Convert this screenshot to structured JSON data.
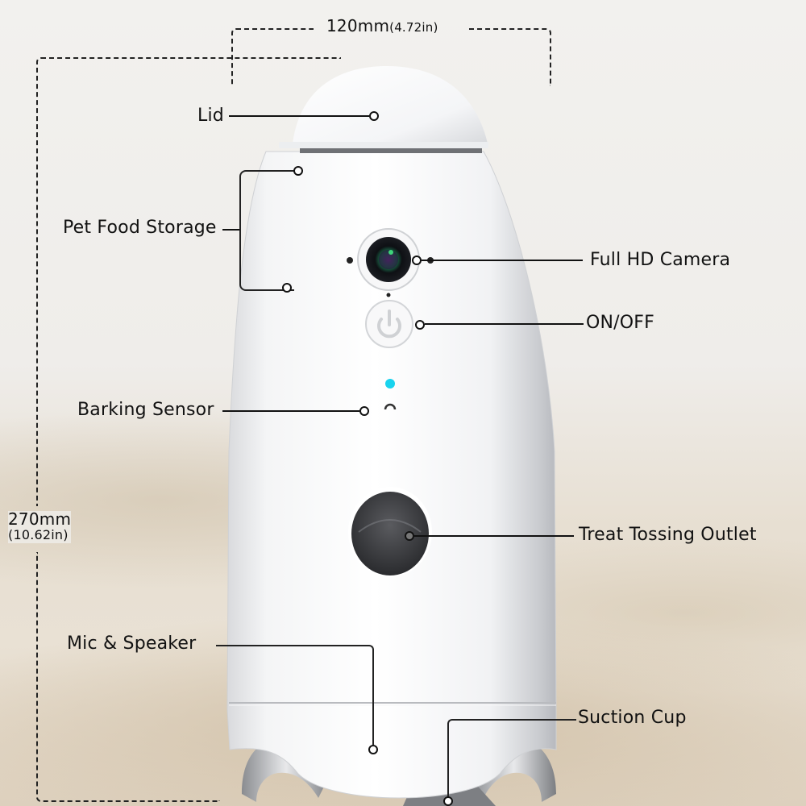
{
  "dimensions": {
    "width_label": "120mm",
    "width_label_inches": "(4.72in)",
    "height_label": "270mm",
    "height_label_inches": "(10.62in)"
  },
  "callouts": {
    "lid": "Lid",
    "pet_food_storage": "Pet Food Storage",
    "full_hd_camera": "Full HD Camera",
    "on_off": "ON/OFF",
    "barking_sensor": "Barking Sensor",
    "treat_tossing_outlet": "Treat Tossing Outlet",
    "mic_speaker": "Mic & Speaker",
    "suction_cup": "Suction Cup"
  },
  "icons": {
    "power": "power-icon",
    "camera": "camera-lens-icon",
    "indicator": "status-led-icon"
  },
  "colors": {
    "device_body": "#ffffff",
    "led": "#19d3ee",
    "outlet": "#3a3a3c",
    "line": "#111111"
  }
}
